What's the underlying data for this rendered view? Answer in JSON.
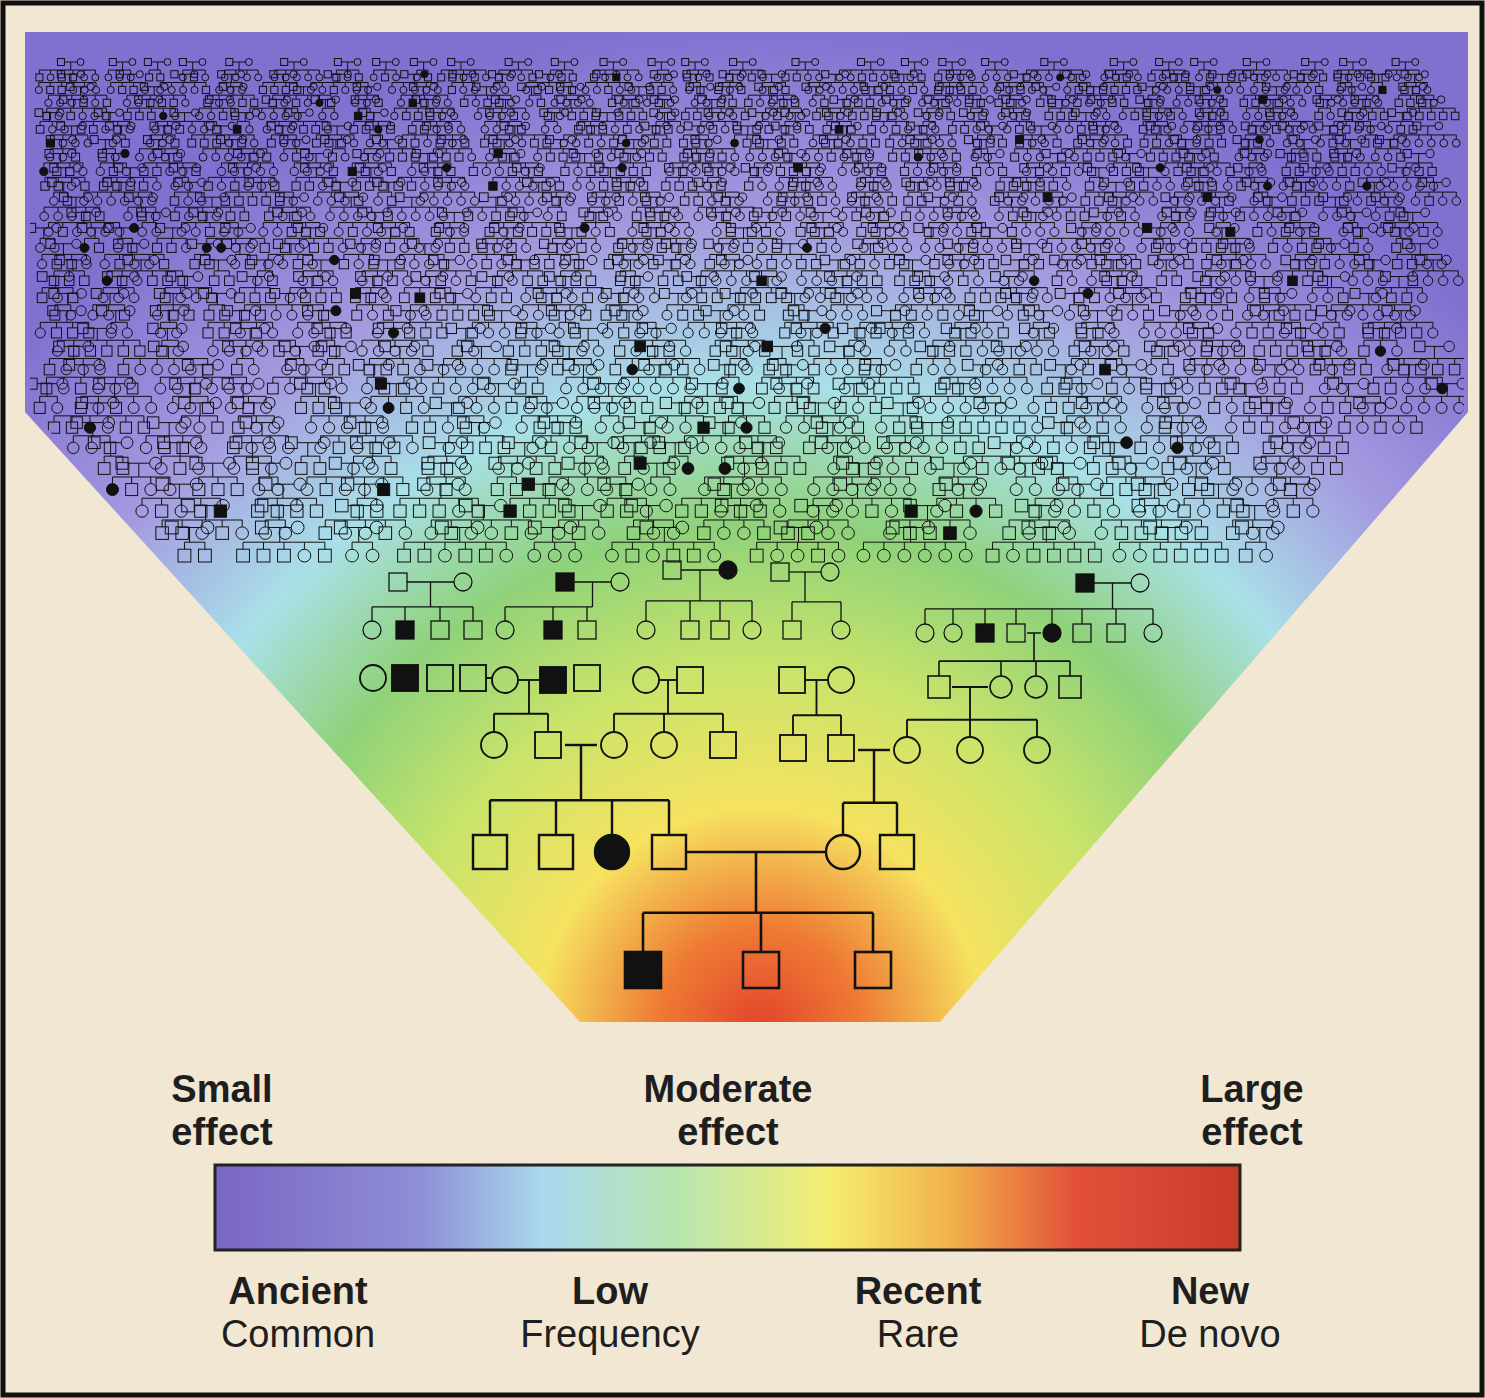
{
  "diagram": {
    "labels": [
      "Small effect",
      "Moderate effect",
      "Large effect",
      "Ancient",
      "Common",
      "Low",
      "Frequency",
      "Recent",
      "Rare",
      "New",
      "De novo"
    ]
  }
}
